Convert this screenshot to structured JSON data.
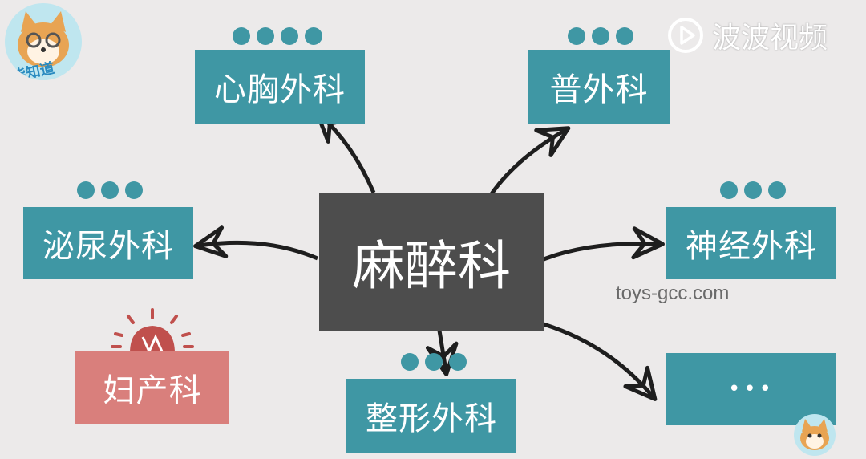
{
  "diagram": {
    "center": "麻醉科",
    "nodes": [
      {
        "label": "心胸外科"
      },
      {
        "label": "普外科"
      },
      {
        "label": "泌尿外科"
      },
      {
        "label": "神经外科"
      },
      {
        "label": "妇产科"
      },
      {
        "label": "整形外科"
      },
      {
        "label": "•••"
      }
    ]
  },
  "watermark": "toys-gcc.com",
  "brand": "波波视频",
  "logo_text": "柴知道",
  "colors": {
    "teal": "#3f97a4",
    "dark": "#4d4d4d",
    "pink": "#d97f7c",
    "background": "#eceaea"
  },
  "icons": [
    "play-icon",
    "siren-icon",
    "shiba-avatar-icon"
  ]
}
